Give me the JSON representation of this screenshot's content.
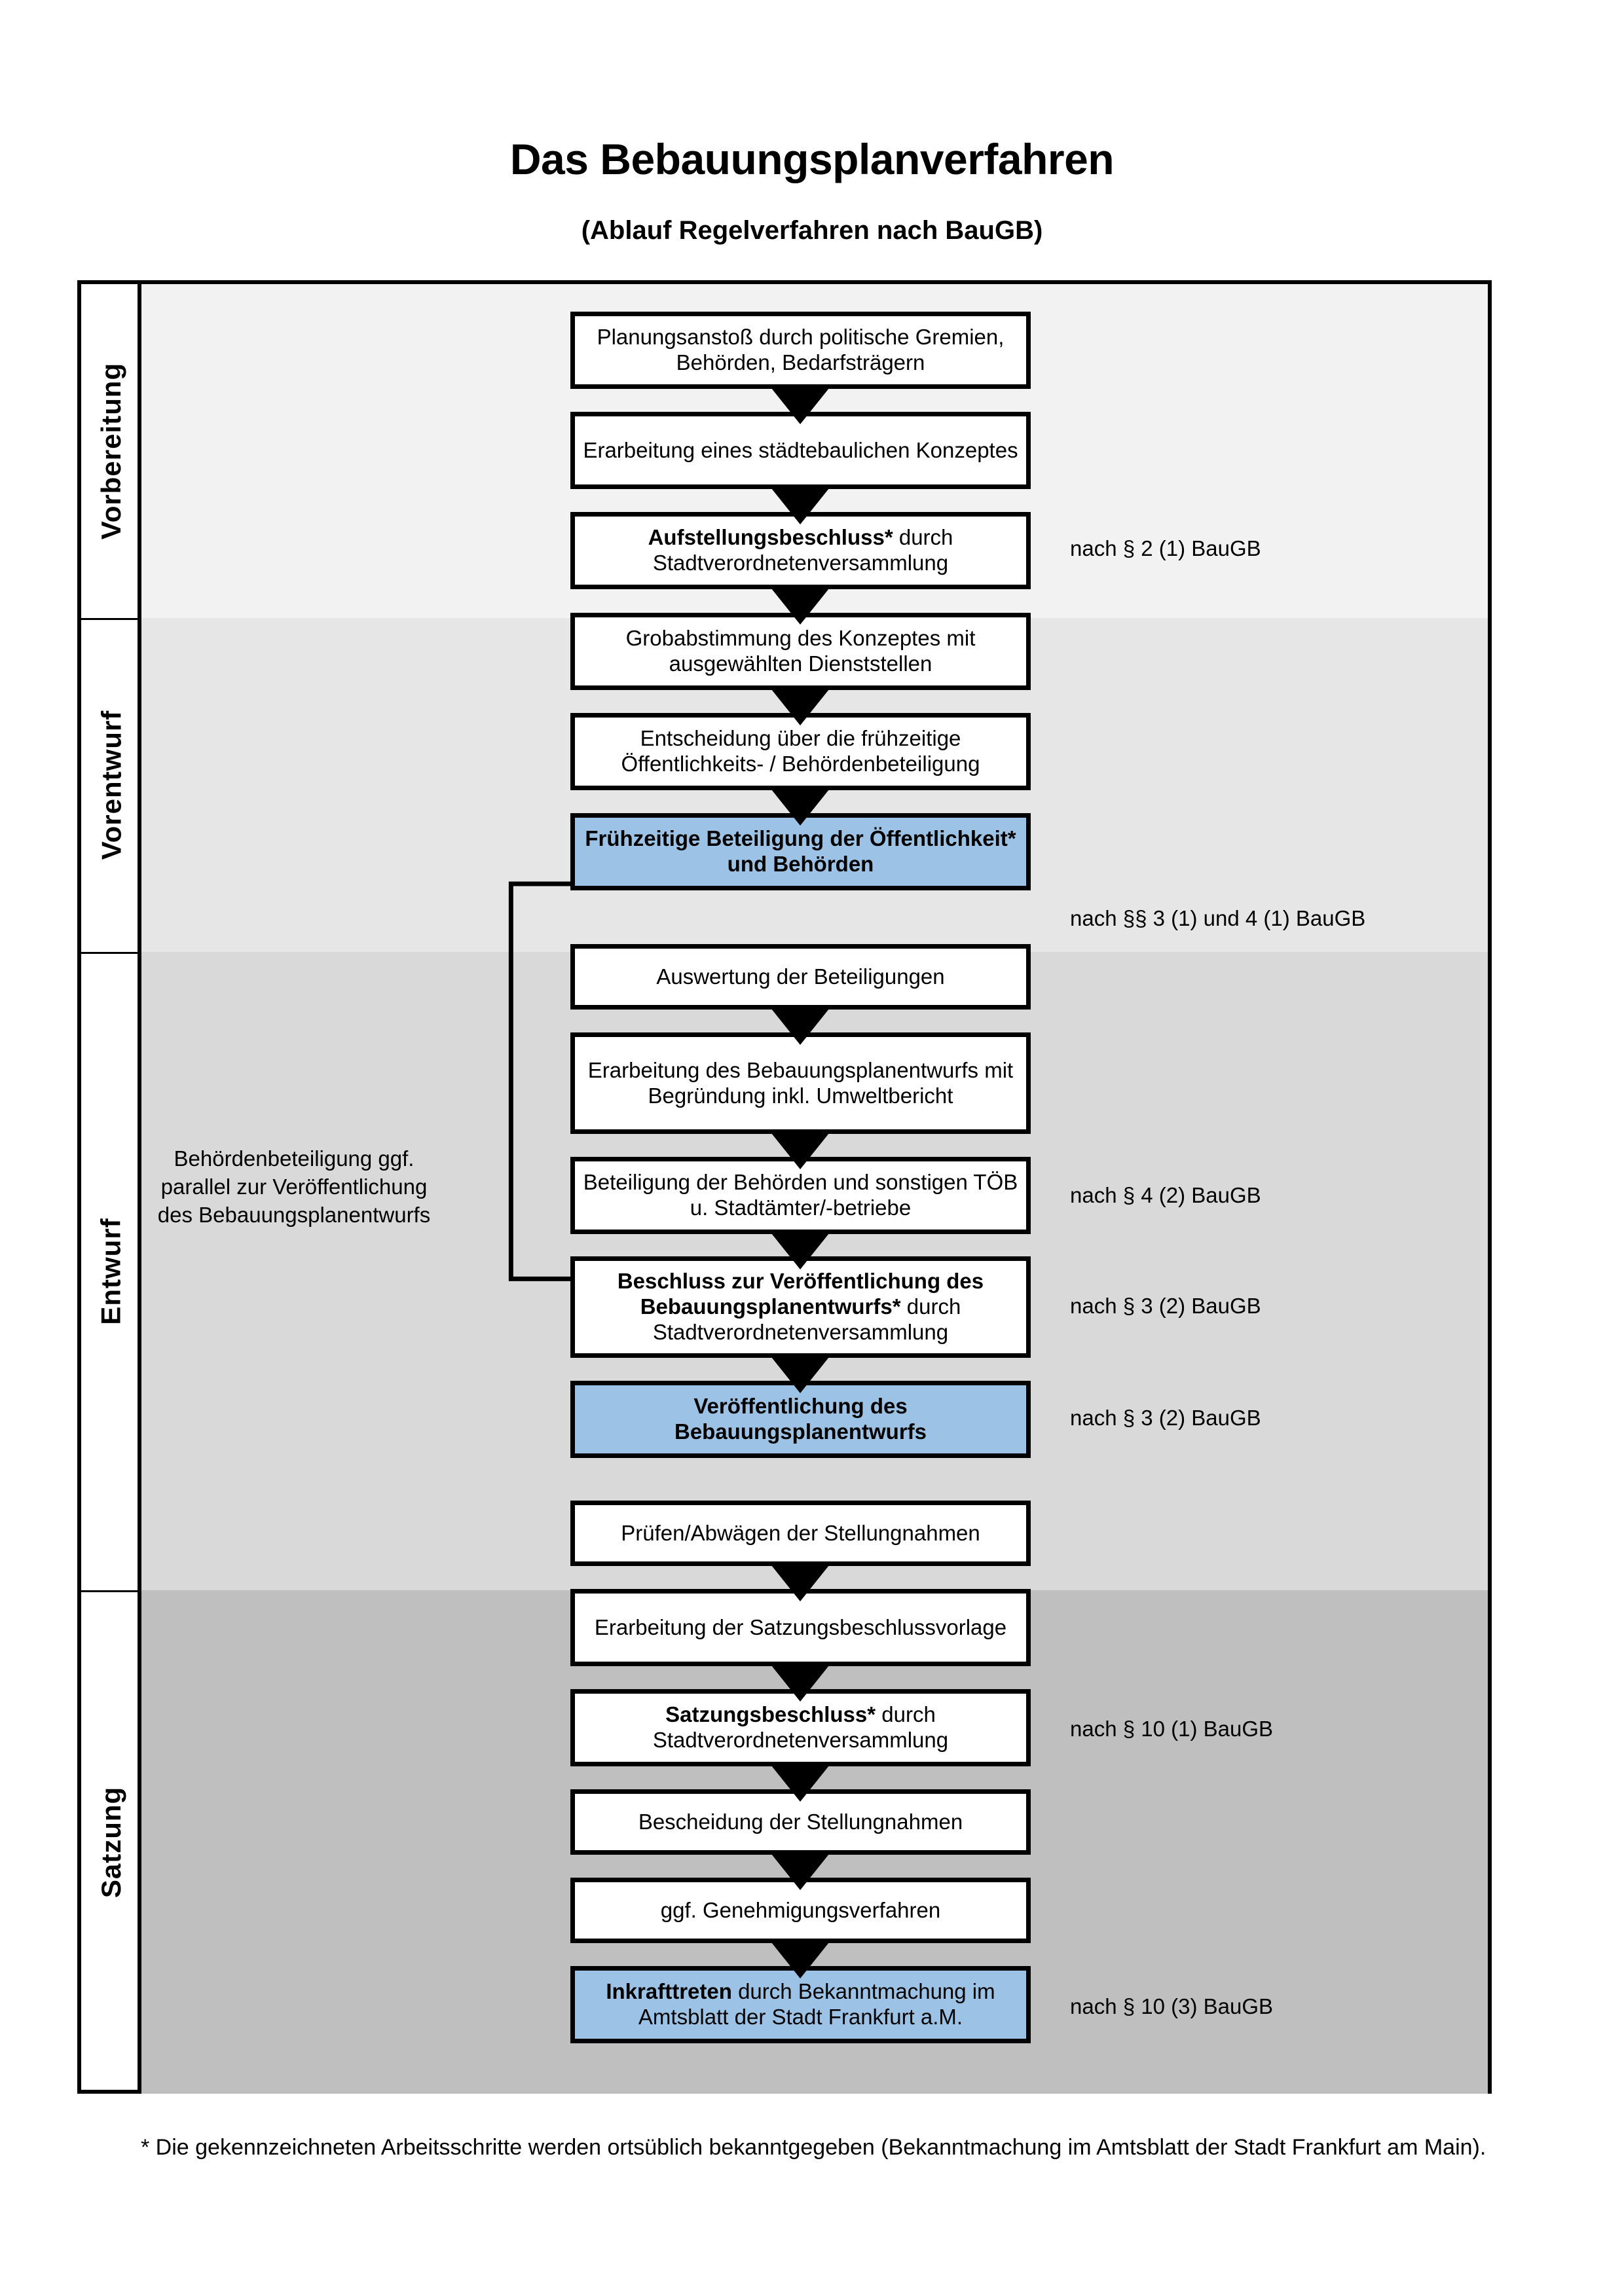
{
  "title": "Das Bebauungsplanverfahren",
  "subtitle": "(Ablauf Regelverfahren nach BauGB)",
  "colors": {
    "highlight_blue": "#9CC3E5",
    "band_vorbereitung": "#F2F2F2",
    "band_vorentwurf": "#E6E6E6",
    "band_entwurf": "#D9D9D9",
    "band_satzung": "#BFBFBF"
  },
  "phases": [
    {
      "label": "Vorbereitung"
    },
    {
      "label": "Vorentwurf"
    },
    {
      "label": "Entwurf"
    },
    {
      "label": "Satzung"
    }
  ],
  "steps": [
    {
      "id": "planungsanstoss",
      "phase": "Vorbereitung",
      "text": "Planungsanstoß durch politische Gremien, Behörden, Bedarfsträgern",
      "bold_prefix": "",
      "highlight": false
    },
    {
      "id": "konzept",
      "phase": "Vorbereitung",
      "text": "Erarbeitung eines städtebaulichen Konzeptes",
      "bold_prefix": "",
      "highlight": false
    },
    {
      "id": "aufstellungsbeschluss",
      "phase": "Vorbereitung",
      "bold_prefix": "Aufstellungsbeschluss*",
      "text": " durch Stadtverordnetenversammlung",
      "highlight": false
    },
    {
      "id": "grobabstimmung",
      "phase": "Vorentwurf",
      "text": "Grobabstimmung des Konzeptes mit ausgewählten Dienststellen",
      "bold_prefix": "",
      "highlight": false
    },
    {
      "id": "entscheidung-fruehzeitig",
      "phase": "Vorentwurf",
      "text": "Entscheidung über die frühzeitige Öffentlichkeits- / Behördenbeteiligung",
      "bold_prefix": "",
      "highlight": false
    },
    {
      "id": "fruehzeitige-beteiligung",
      "phase": "Vorentwurf",
      "bold_prefix": "Frühzeitige Beteiligung der Öffentlichkeit* und Behörden",
      "text": "",
      "highlight": true
    },
    {
      "id": "auswertung",
      "phase": "Entwurf",
      "text": "Auswertung der Beteiligungen",
      "bold_prefix": "",
      "highlight": false
    },
    {
      "id": "erarbeitung-entwurf",
      "phase": "Entwurf",
      "text": "Erarbeitung des Bebauungsplanentwurfs mit Begründung inkl. Umweltbericht",
      "bold_prefix": "",
      "highlight": false
    },
    {
      "id": "beteiligung-behoerden",
      "phase": "Entwurf",
      "text": "Beteiligung der Behörden und sonstigen TÖB u. Stadtämter/-betriebe",
      "bold_prefix": "",
      "highlight": false
    },
    {
      "id": "beschluss-veroeffentlichung",
      "phase": "Entwurf",
      "bold_prefix": "Beschluss zur Veröffentlichung des Bebauungsplanentwurfs*",
      "text": " durch Stadtverordnetenversammlung",
      "highlight": false
    },
    {
      "id": "veroeffentlichung",
      "phase": "Entwurf",
      "bold_prefix": "Veröffentlichung des Bebauungsplanentwurfs",
      "text": "",
      "highlight": true
    },
    {
      "id": "pruefen-abwaegen",
      "phase": "Satzung",
      "text": "Prüfen/Abwägen der Stellungnahmen",
      "bold_prefix": "",
      "highlight": false
    },
    {
      "id": "satzungsbeschlussvorlage",
      "phase": "Satzung",
      "text": "Erarbeitung der Satzungsbeschlussvorlage",
      "bold_prefix": "",
      "highlight": false
    },
    {
      "id": "satzungsbeschluss",
      "phase": "Satzung",
      "bold_prefix": "Satzungsbeschluss*",
      "text": " durch Stadtverordnetenversammlung",
      "highlight": false
    },
    {
      "id": "bescheidung",
      "phase": "Satzung",
      "text": "Bescheidung der Stellungnahmen",
      "bold_prefix": "",
      "highlight": false
    },
    {
      "id": "genehmigungsverfahren",
      "phase": "Satzung",
      "text": "ggf. Genehmigungsverfahren",
      "bold_prefix": "",
      "highlight": false
    },
    {
      "id": "inkrafttreten",
      "phase": "Satzung",
      "bold_prefix": "Inkrafttreten",
      "text": " durch Bekanntmachung im Amtsblatt der Stadt Frankfurt a.M.",
      "highlight": true
    }
  ],
  "legal_refs": [
    {
      "id": "ref-aufstellungsbeschluss",
      "text": "nach § 2 (1) BauGB"
    },
    {
      "id": "ref-fruehzeitige-beteiligung",
      "text": "nach §§ 3 (1) und 4 (1) BauGB"
    },
    {
      "id": "ref-beteiligung-behoerden",
      "text": "nach § 4 (2) BauGB"
    },
    {
      "id": "ref-beschluss-veroeffentlichung",
      "text": "nach § 3 (2) BauGB"
    },
    {
      "id": "ref-veroeffentlichung",
      "text": "nach § 3 (2) BauGB"
    },
    {
      "id": "ref-satzungsbeschluss",
      "text": "nach § 10 (1) BauGB"
    },
    {
      "id": "ref-inkrafttreten",
      "text": "nach § 10 (3) BauGB"
    }
  ],
  "side_note": "Behördenbeteiligung ggf. parallel zur Veröffentlichung des Bebauungsplanentwurfs",
  "footnote": "* Die gekennzeichneten Arbeitsschritte werden ortsüblich bekanntgegeben (Bekanntmachung im Amtsblatt  der Stadt Frankfurt am Main)."
}
